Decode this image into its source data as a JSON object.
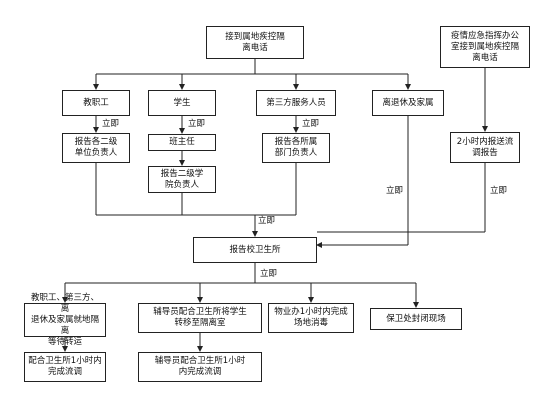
{
  "nodes": {
    "report_epidemic_office": "接到属地疾控隔\n离电话",
    "emergency_office": "疫情应急指挥办公\n室接到属地疾控隔\n离电话",
    "staff": "教职工",
    "student": "学生",
    "third_party": "第三方服务人员",
    "retired": "离退休及家属",
    "report_unit_head": "报告各二级\n单位负责人",
    "class_teacher": "班主任",
    "report_dept_head": "报告各所属\n部门负责人",
    "report_2h": "2小时内报送流\n调报告",
    "report_college_head": "报告二级学\n院负责人",
    "report_clinic": "报告校卫生所",
    "isolate_wait": "教职工、第三方、离\n退休及家属就地隔离\n等待转运",
    "counselor_transfer": "辅导员配合卫生所将学生\n转移至隔离室",
    "property_disinfect": "物业办1小时内完成\n场地消毒",
    "security_seal": "保卫处封闭现场",
    "clinic_1h": "配合卫生所1小时内\n完成流调",
    "counselor_1h": "辅导员配合卫生所1小时\n内完成流调"
  },
  "labels": {
    "immediately": "立即"
  }
}
